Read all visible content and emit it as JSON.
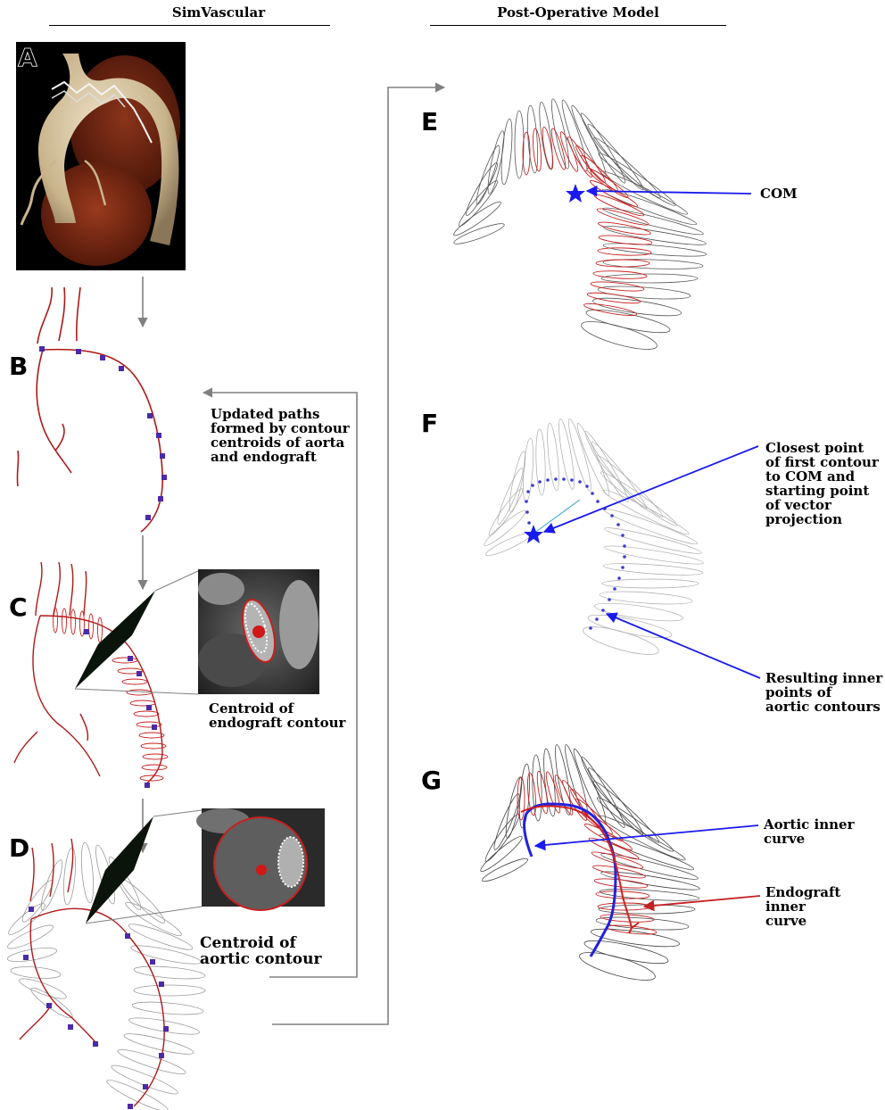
{
  "headers": {
    "left": "SimVascular",
    "right": "Post-Operative Model"
  },
  "panels": {
    "a": "A",
    "b": "B",
    "c": "C",
    "d": "D",
    "e": "E",
    "f": "F",
    "g": "G"
  },
  "captions": {
    "updated_paths": "Updated paths\nformed by contour\ncentroids of aorta\nand endograft",
    "centroid_endograft": "Centroid of\nendograft contour",
    "centroid_aortic": "Centroid of\naortic contour",
    "com": "COM",
    "closest_point": "Closest point\nof first contour\nto COM and\nstarting point\nof vector\nprojection",
    "resulting_inner": "Resulting inner\npoints of\naortic contours",
    "aortic_inner": "Aortic inner\ncurve",
    "endograft_inner": "Endograft inner\ncurve"
  },
  "colors": {
    "vessel_red": "#b01818",
    "contour_red": "#c62020",
    "arrow_blue": "#1a1aee",
    "flow_arrow_gray": "#808080",
    "marker_purple": "#4a2aa8",
    "ct_background": "#2c2c2c",
    "render_flesh": "#d9c8a8",
    "render_heart": "#7a2a14"
  },
  "icons": {
    "com_marker": "star-icon",
    "flow_arrow": "arrow-icon"
  }
}
